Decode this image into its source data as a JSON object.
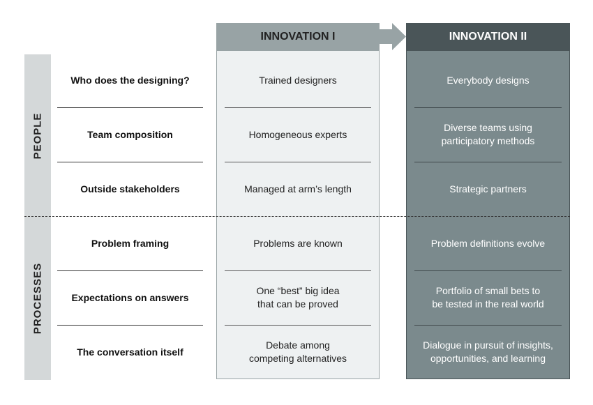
{
  "categories": {
    "people": "PEOPLE",
    "processes": "PROCESSES"
  },
  "headers": {
    "innovation1": "INNOVATION I",
    "innovation2": "INNOVATION II"
  },
  "rows": [
    {
      "label": "Who does the designing?",
      "innovation1": "Trained designers",
      "innovation2": "Everybody designs"
    },
    {
      "label": "Team composition",
      "innovation1": "Homogeneous experts",
      "innovation2": "Diverse teams using\nparticipatory methods"
    },
    {
      "label": "Outside stakeholders",
      "innovation1": "Managed at arm’s length",
      "innovation2": "Strategic partners"
    },
    {
      "label": "Problem framing",
      "innovation1": "Problems are known",
      "innovation2": "Problem definitions evolve"
    },
    {
      "label": "Expectations on answers",
      "innovation1": "One “best” big idea\nthat can be proved",
      "innovation2": "Portfolio of small bets to\nbe tested in the real world"
    },
    {
      "label": "The conversation itself",
      "innovation1": "Debate among\ncompeting alternatives",
      "innovation2": "Dialogue in pursuit of insights,\nopportunities, and learning"
    }
  ],
  "colors": {
    "col1_fill": "#eef1f2",
    "col1_header": "#98a3a5",
    "col2_fill": "#7b8a8d",
    "col2_header": "#4a5558",
    "band": "#d4d8d9"
  }
}
